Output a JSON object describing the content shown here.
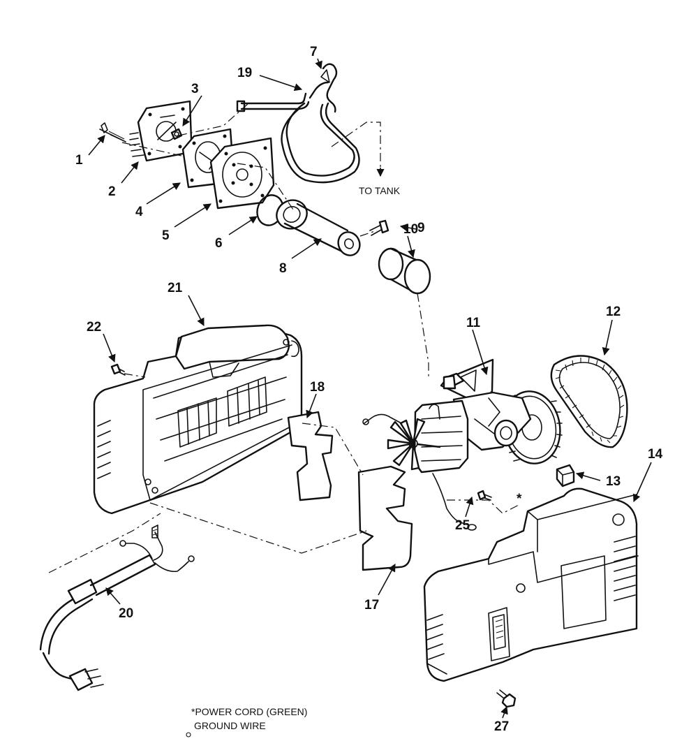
{
  "labels": {
    "p1": "1",
    "p2": "2",
    "p3": "3",
    "p4": "4",
    "p5": "5",
    "p6": "6",
    "p7": "7",
    "p8": "8",
    "p9": "9",
    "p10": "10",
    "p11": "11",
    "p12": "12",
    "p13": "13",
    "p14": "14",
    "p17": "17",
    "p18": "18",
    "p19": "19",
    "p20": "20",
    "p21": "21",
    "p22": "22",
    "p25": "25",
    "p27": "27"
  },
  "annotations": {
    "to_tank": "TO TANK",
    "asterisk": "*",
    "note_line1": "*POWER CORD (GREEN)",
    "note_line2": "GROUND WIRE"
  }
}
